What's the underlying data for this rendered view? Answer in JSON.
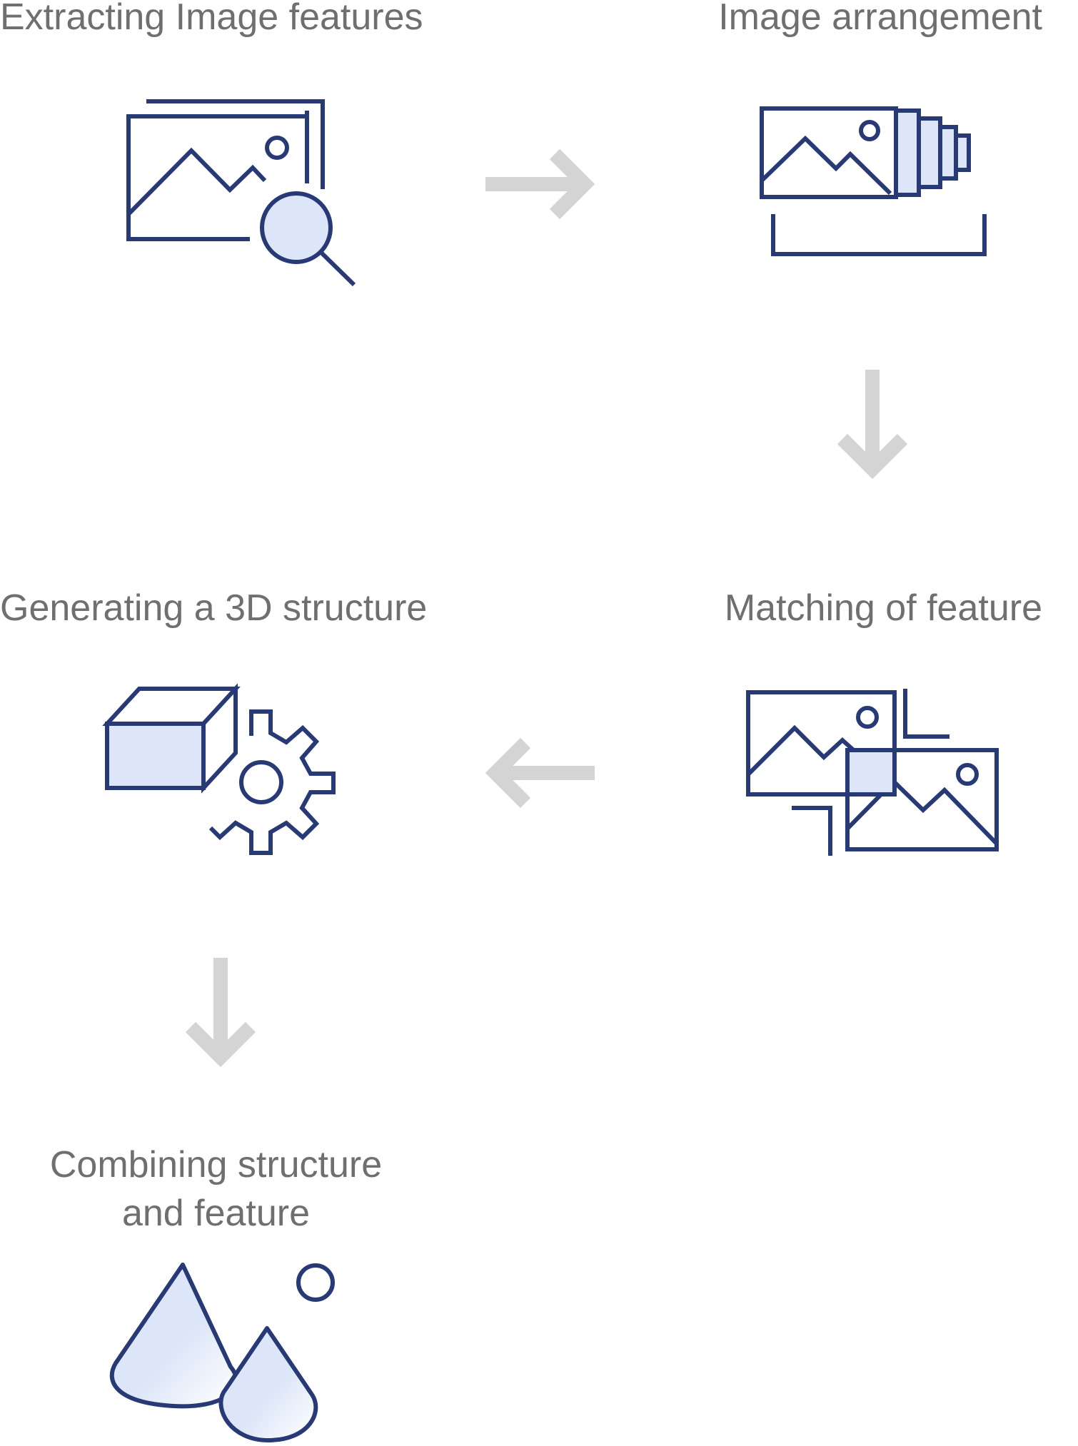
{
  "steps": [
    {
      "title": "Extracting Image features",
      "icon": "image-search-icon"
    },
    {
      "title": "Image arrangement",
      "icon": "image-stack-icon"
    },
    {
      "title": "Matching of feature",
      "icon": "image-overlap-icon"
    },
    {
      "title": "Generating a 3D structure",
      "icon": "cube-gear-icon"
    },
    {
      "title_line1": "Combining structure",
      "title_line2": "and feature",
      "icon": "cones-sphere-icon"
    }
  ],
  "arrows": [
    {
      "direction": "right",
      "from": "Extracting Image features",
      "to": "Image arrangement"
    },
    {
      "direction": "down",
      "from": "Image arrangement",
      "to": "Matching of feature"
    },
    {
      "direction": "left",
      "from": "Matching of feature",
      "to": "Generating a 3D structure"
    },
    {
      "direction": "down",
      "from": "Generating a 3D structure",
      "to": "Combining structure and feature"
    }
  ],
  "colors": {
    "icon_stroke": "#283a75",
    "icon_fill": "#dde6f8",
    "arrow": "#d4d4d4",
    "text": "#6f6f6f",
    "background": "#ffffff"
  }
}
